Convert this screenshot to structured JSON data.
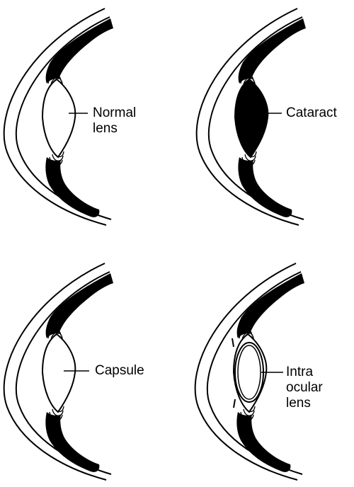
{
  "colors": {
    "ink": "#000000",
    "paper": "#ffffff"
  },
  "panels": [
    {
      "id": "normal",
      "lens": "clear",
      "label": [
        "Normal",
        "lens"
      ]
    },
    {
      "id": "cataract",
      "lens": "opaque",
      "label": [
        "Cataract"
      ]
    },
    {
      "id": "capsule",
      "lens": "empty-capsule",
      "label": [
        "Capsule"
      ]
    },
    {
      "id": "iol",
      "lens": "implant",
      "label": [
        "Intra",
        "ocular",
        "lens"
      ]
    }
  ]
}
